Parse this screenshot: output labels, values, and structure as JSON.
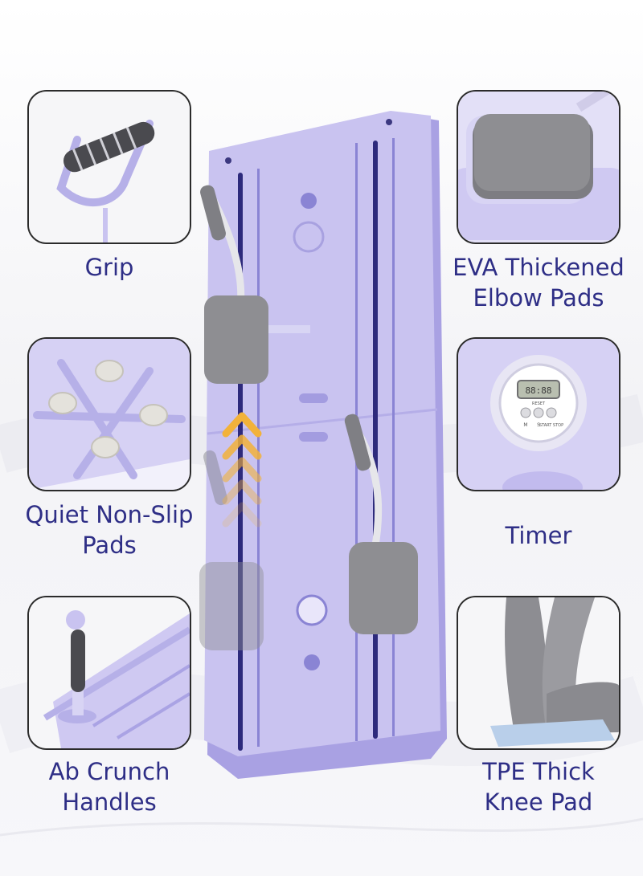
{
  "features": {
    "grip": {
      "line1": "Grip"
    },
    "elbow_pads": {
      "line1": "EVA Thickened",
      "line2": "Elbow Pads"
    },
    "non_slip": {
      "line1": "Quiet Non-Slip",
      "line2": "Pads"
    },
    "timer": {
      "line1": "Timer"
    },
    "handles": {
      "line1": "Ab Crunch",
      "line2": "Handles"
    },
    "knee_pad": {
      "line1": "TPE Thick",
      "line2": "Knee Pad"
    }
  },
  "timer_display": {
    "reset": "RESET",
    "m": "M",
    "s": "S",
    "start_stop": "START STOP"
  },
  "colors": {
    "board": "#c9c3f0",
    "board_dark": "#a9a1e3",
    "slot": "#2d2a7c",
    "pad": "#8e8e92",
    "label": "#2e2e86",
    "arrow": "#f2b23a"
  }
}
